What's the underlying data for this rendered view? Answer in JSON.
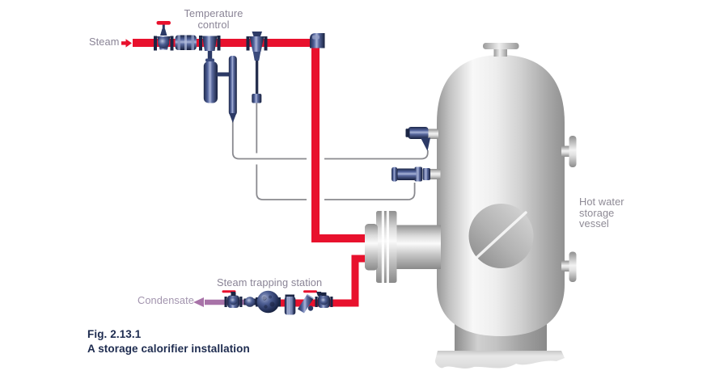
{
  "figure": {
    "number": "Fig. 2.13.1",
    "title": "A storage calorifier installation"
  },
  "labels": {
    "steam": "Steam",
    "temperature_control": "Temperature\ncontrol",
    "hot_water_vessel": "Hot water\nstorage\nvessel",
    "steam_trapping_station": "Steam trapping station",
    "condensate": "Condensate"
  },
  "colors": {
    "steam_pipe": "#e8112d",
    "condensate_pipe": "#a873a8",
    "component_navy": "#2c3a66",
    "capillary_line": "#8a8a8f",
    "label_text": "#8a8496",
    "condensate_label": "#a294ae",
    "vessel_label": "#8e8a95",
    "caption_text": "#1d2b4f"
  },
  "icons": [
    "flow-arrow-right",
    "isolation-valve",
    "separator",
    "temperature-control-valve",
    "high-limit-control-valve",
    "pipe-elbow",
    "temperature-sensor-upper",
    "temperature-sensor-lower",
    "heat-exchanger-connection",
    "storage-vessel",
    "manway",
    "trap-isolation-valve",
    "union-fitting",
    "float-steam-trap",
    "sight-glass",
    "check-valve",
    "trap-outlet-valve",
    "flow-arrow-left"
  ]
}
